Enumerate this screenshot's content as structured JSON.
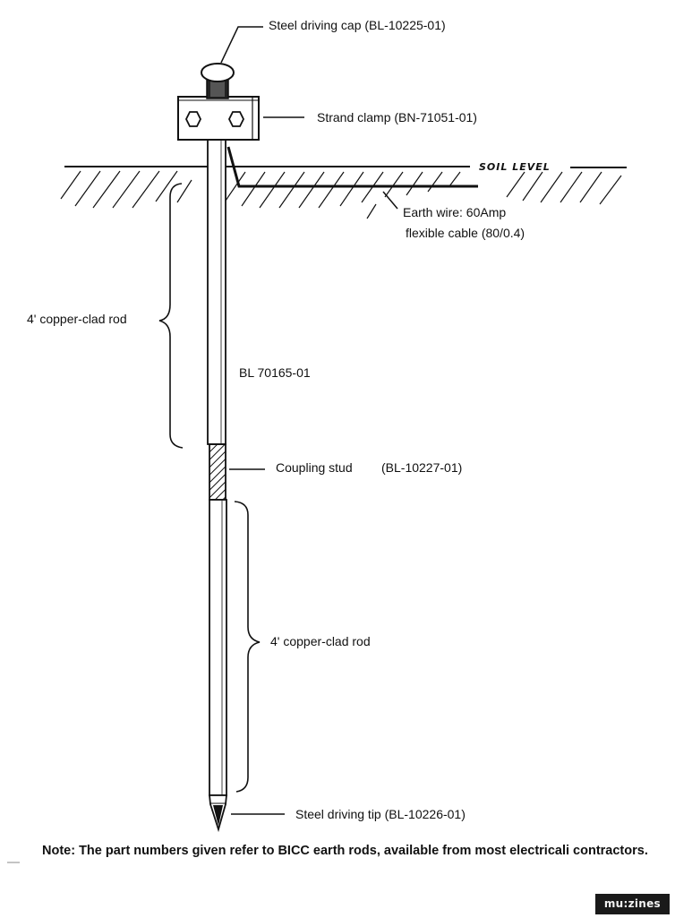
{
  "labels": {
    "driving_cap": "Steel driving cap (BL-10225-01)",
    "strand_clamp": "Strand clamp (BN-71051-01)",
    "soil_level": "SOIL LEVEL",
    "earth_wire_line1": "Earth wire: 60Amp",
    "earth_wire_line2": "flexible cable (80/0.4)",
    "upper_rod": "4' copper-clad rod",
    "rod_part_number": "BL 70165-01",
    "coupling_stud_name": "Coupling stud",
    "coupling_stud_part": "(BL-10227-01)",
    "lower_rod": "4' copper-clad rod",
    "driving_tip": "Steel driving tip (BL-10226-01)"
  },
  "note": {
    "text": "Note: The part numbers given refer to BICC earth rods, available from most electricali contractors."
  },
  "badge": {
    "text": "mu:zines"
  }
}
